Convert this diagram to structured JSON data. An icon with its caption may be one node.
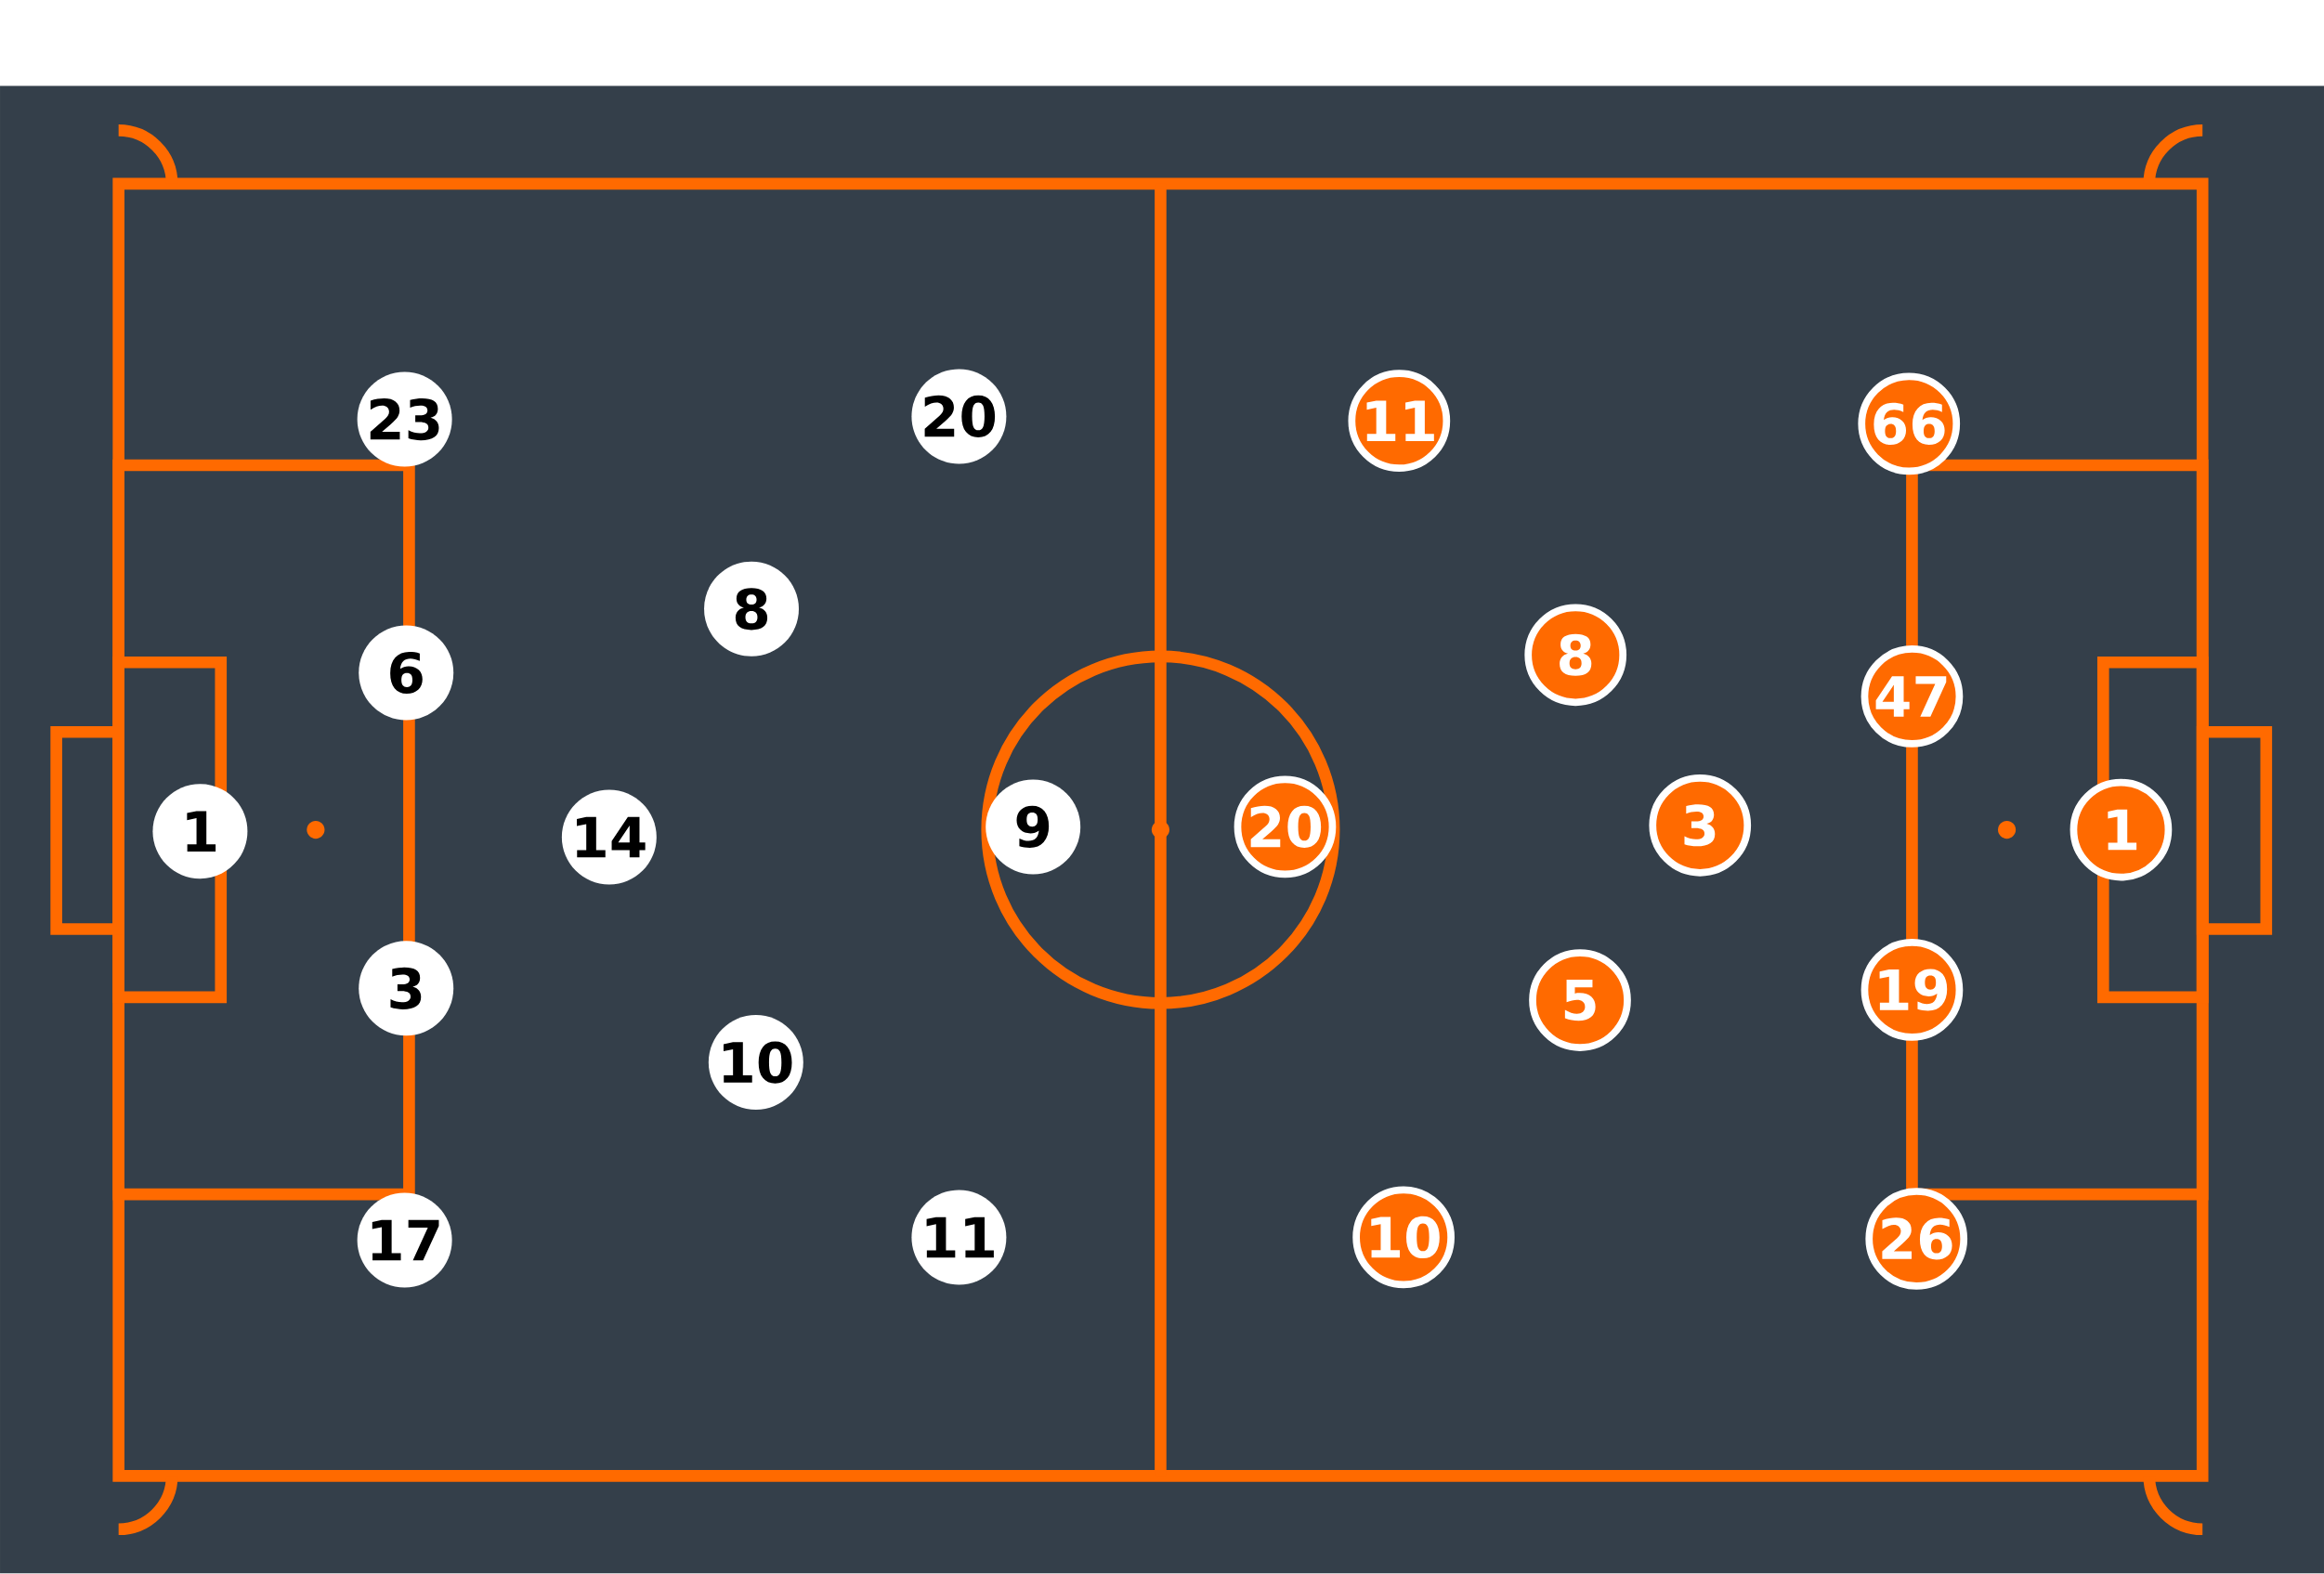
{
  "diagram": {
    "nodes": [
      {
        "text": [
          "1"
        ]
      },
      {
        "text": [
          "23"
        ]
      },
      {
        "text": [
          "6"
        ]
      },
      {
        "text": [
          "3"
        ]
      },
      {
        "text": [
          "17"
        ]
      },
      {
        "text": [
          "14"
        ]
      },
      {
        "text": [
          "8"
        ]
      },
      {
        "text": [
          "10"
        ]
      },
      {
        "text": [
          "20"
        ]
      },
      {
        "text": [
          "11"
        ]
      },
      {
        "text": [
          "9"
        ]
      },
      {
        "text": [
          "20"
        ]
      },
      {
        "text": [
          "11"
        ]
      },
      {
        "text": [
          "10"
        ]
      },
      {
        "text": [
          "8"
        ]
      },
      {
        "text": [
          "5"
        ]
      },
      {
        "text": [
          "3"
        ]
      },
      {
        "text": [
          "66"
        ]
      },
      {
        "text": [
          "47"
        ]
      },
      {
        "text": [
          "19"
        ]
      },
      {
        "text": [
          "26"
        ]
      },
      {
        "text": [
          "1"
        ]
      }
    ]
  }
}
